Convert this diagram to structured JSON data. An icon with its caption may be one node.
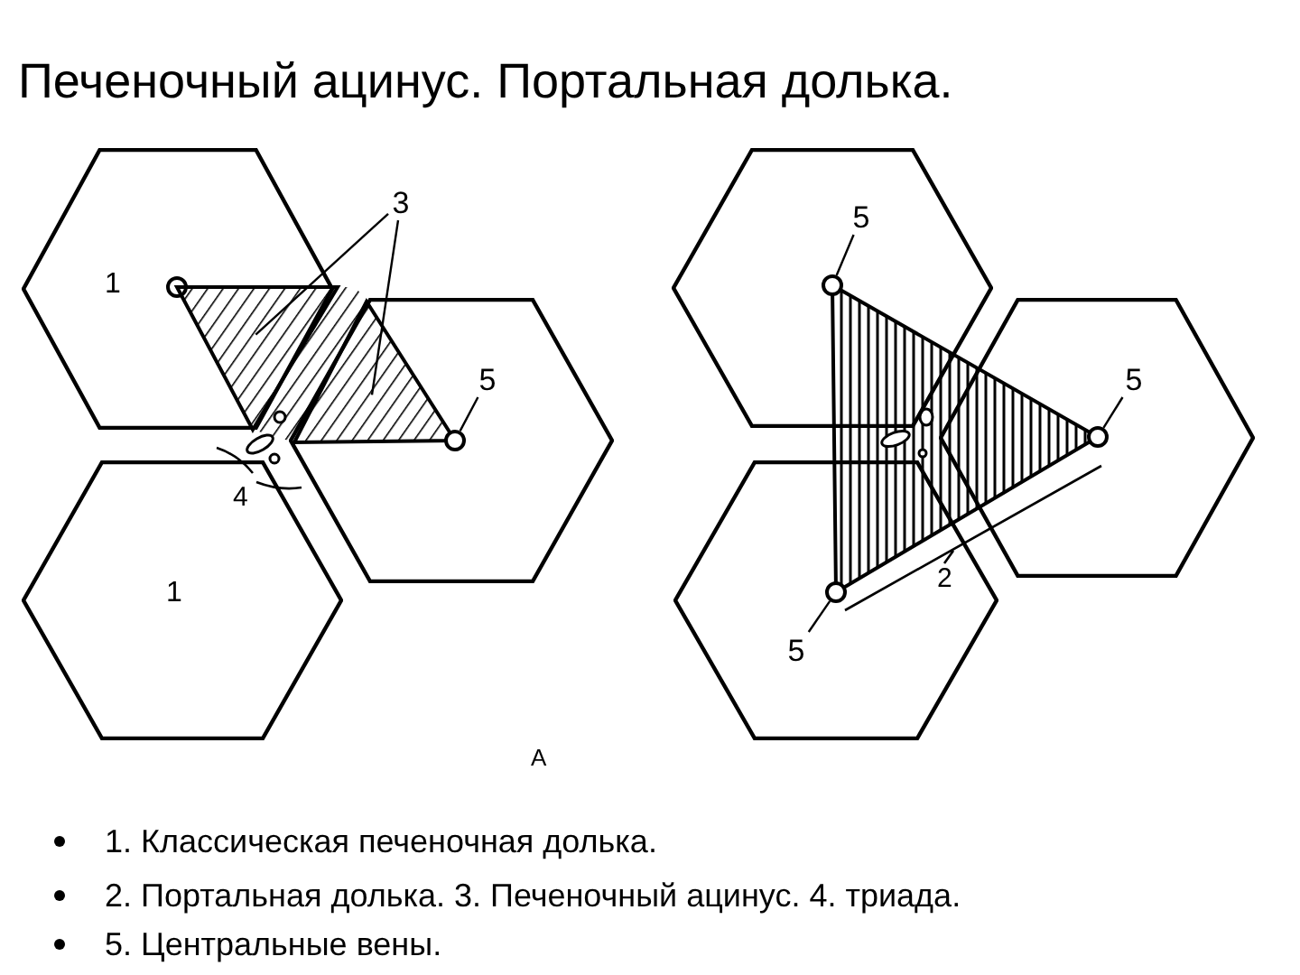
{
  "diagram": {
    "title": "Печеночный ацинус. Портальная долька.",
    "nodes": [
      {
        "text": [
          "1"
        ]
      },
      {
        "text": [
          "1"
        ]
      },
      {
        "text": [],
        "shape": "hexagon"
      },
      {
        "text": [],
        "shape": "circle",
        "in": 0
      },
      {
        "text": [],
        "shape": "triangle",
        "in": 0
      },
      {
        "text": [],
        "shape": "triangle",
        "in": 2
      },
      {
        "text": [
          "3"
        ]
      },
      {
        "text": [],
        "shape": "circle",
        "in": 2
      },
      {
        "text": [
          "5"
        ],
        "in": 2
      },
      {
        "text": [],
        "shape": "hexagon"
      },
      {
        "text": [],
        "shape": "hexagon"
      },
      {
        "text": [],
        "shape": "hexagon"
      },
      {
        "text": [
          "5"
        ],
        "in": 9
      },
      {
        "text": [],
        "shape": "circle",
        "in": 9
      },
      {
        "text": [
          "5"
        ],
        "in": 10
      },
      {
        "text": [],
        "shape": "circle",
        "in": 10
      },
      {
        "text": [
          "5"
        ],
        "in": 11
      },
      {
        "text": [],
        "shape": "circle",
        "in": 11
      },
      {
        "text": [],
        "shape": "parallelogram"
      }
    ],
    "edges": [
      {
        "from": 6,
        "to": 4,
        "arrow": "none"
      },
      {
        "from": 6,
        "to": 5,
        "arrow": "none"
      },
      {
        "from": 8,
        "to": 7,
        "arrow": "none"
      },
      {
        "from": 12,
        "to": 13,
        "arrow": "none"
      },
      {
        "from": 14,
        "to": 15,
        "arrow": "none"
      },
      {
        "from": 16,
        "to": 17,
        "arrow": "none"
      }
    ],
    "labels": [
      "4",
      "2",
      "А",
      "1. Классическая печеночная долька.",
      "2. Портальная долька. 3. Печеночный ацинус. 4. триада.",
      "5. Центральные вены."
    ]
  }
}
